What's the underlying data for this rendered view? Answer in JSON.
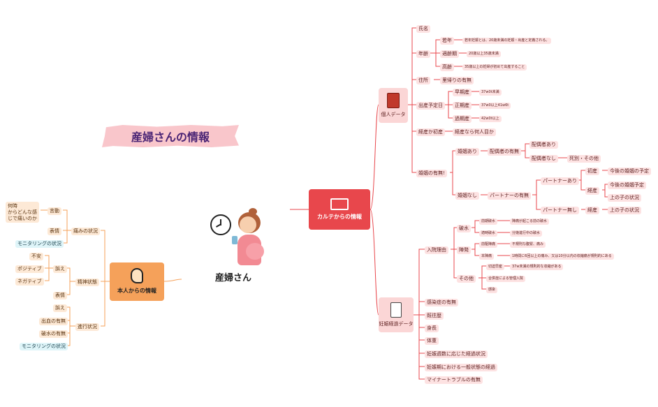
{
  "title": "産婦さんの情報",
  "center": "産婦さん",
  "karte": {
    "label": "カルテからの情報",
    "kojin": {
      "label": "個人データ",
      "shimei": "氏名",
      "nenrei": "年齢",
      "wakadoshi": "若年",
      "wakadoshi_note": "若年妊娠とは、20歳未満の妊娠・出産と定義される。",
      "tekirei": "適齢期",
      "tekirei_note": "20歳以上35歳未満",
      "koreiki": "高齢",
      "koreiki_note": "35歳以上の妊婦が初めて出産すること",
      "jusho": "住所",
      "satogaeri": "里帰りの有無",
      "shussan": "出産予定日",
      "sosan": "早期産",
      "sosan_note": "37w0t未満",
      "seiki": "正期産",
      "seiki_note": "37w0以上41w6t",
      "kaki": "過期産",
      "kaki_note": "42w0t以上",
      "keisan": "経産か初産",
      "keisan_note": "経産なら何人目か",
      "kon": "婚姻の有無!",
      "kon_ari": "婚姻あり",
      "haigu_umu": "配偶者の有無",
      "haigu_ari": "配偶者あり",
      "haigu_nashi": "配偶者なし",
      "shibetsu": "死別・その他",
      "kon_nashi": "婚姻なし",
      "partner_umu": "パートナーの有無",
      "partner_ari": "パートナーあり",
      "shoshan": "初産",
      "kongo_yotei": "今後の婚姻の予定",
      "keisan2": "経産",
      "kongo_yotei2": "今後の婚姻予定",
      "ue_no_ko": "上の子の状況",
      "partner_nashi": "パートナー無し",
      "keisan3": "経産",
      "ue_no_ko2": "上の子の状況"
    },
    "ninshin": {
      "label": "妊娠経過データ",
      "nyuin": "入院理由",
      "hasui": "破水",
      "zenki_hasui": "前期破水",
      "zenki_hasui_note": "陣痛が起こる前の破水",
      "tekiji_hasui": "適時破水",
      "tekiji_hasui_note": "分娩進行中の破水",
      "jintsu": "陣発",
      "zenku": "前駆陣痛",
      "zenku_note": "不規則な腹緊、痛み",
      "honjintsu": "本陣痛",
      "honjintsu_note": "1時間に6回以上の痛み、又は10分以内の収縮痛が規則的にある",
      "sonota": "その他",
      "seppaku": "切迫早産",
      "seppaku_note": "37w未満の規則的な収縮がある",
      "gappei": "合併症による管理入院",
      "kansen_b": "感染",
      "kansen": "感染症の有無",
      "kiou": "既往歴",
      "shincho": "身長",
      "taiju": "体重",
      "shusu": "妊娠週数に応じた経過状況",
      "ippan": "妊娠期における一般状態の経過",
      "minor": "マイナートラブルの有無"
    }
  },
  "honin": {
    "label": "本人からの情報",
    "itami": "痛みの状況",
    "gendo": "言動",
    "gendo_text": "何時\nからどんな感\nじで痛いのか",
    "hyojo1": "表情",
    "monitor1": "モニタリングの状況",
    "seishin": "精神状態",
    "uttae1": "訴え",
    "fuan": "不安",
    "positive": "ポジティブ",
    "negative": "ネガティブ",
    "hyojo2": "表情",
    "shinko": "進行状況",
    "uttae2": "訴え",
    "shukketsu": "出血の有無",
    "hasui_umu": "破水の有無",
    "monitor2": "モニタリングの状況"
  },
  "colors": {
    "karte": "#e8474c",
    "honin": "#f5a15a",
    "pink": "#fde2e2",
    "cyan": "#dff5f9",
    "title_bg": "#f9c6cb"
  }
}
